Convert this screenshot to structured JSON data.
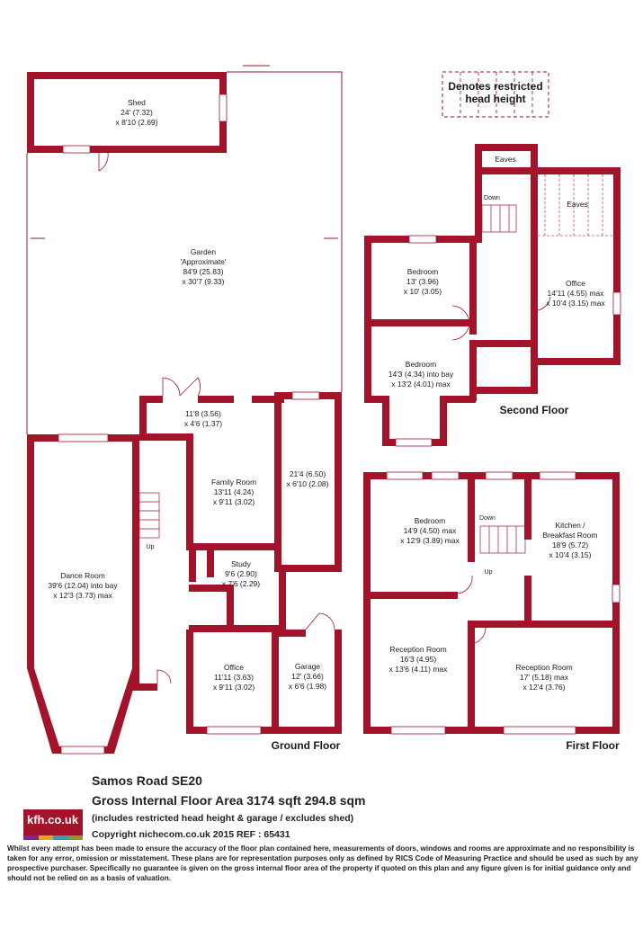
{
  "colors": {
    "wall": "#a3132a",
    "text": "#1a1a1a",
    "background": "#ffffff"
  },
  "legend": {
    "line1": "Denotes restricted",
    "line2": "head height"
  },
  "floors": {
    "ground": "Ground Floor",
    "first": "First Floor",
    "second": "Second Floor"
  },
  "rooms": {
    "shed": {
      "name": "Shed",
      "dim1": "24' (7.32)",
      "dim2": "x 8'10 (2.69)"
    },
    "garden": {
      "name": "Garden",
      "note": "'Approximate'",
      "dim1": "84'9 (25.83)",
      "dim2": "x 30'7 (9.33)"
    },
    "porch": {
      "dim1": "11'8 (3.56)",
      "dim2": "x 4'6 (1.37)"
    },
    "side_room": {
      "dim1": "21'4 (6.50)",
      "dim2": "x 6'10 (2.08)"
    },
    "family": {
      "name": "Family Room",
      "dim1": "13'11 (4.24)",
      "dim2": "x 9'11 (3.02)"
    },
    "study": {
      "name": "Study",
      "dim1": "9'6 (2.90)",
      "dim2": "x 7'6 (2.29)"
    },
    "dance": {
      "name": "Dance Room",
      "dim1": "39'6 (12.04) into bay",
      "dim2": "x 12'3 (3.73) max"
    },
    "office_gf": {
      "name": "Office",
      "dim1": "11'11 (3.63)",
      "dim2": "x 9'11 (3.02)"
    },
    "garage": {
      "name": "Garage",
      "dim1": "12' (3.66)",
      "dim2": "x 6'6 (1.98)"
    },
    "eaves1": {
      "name": "Eaves"
    },
    "eaves2": {
      "name": "Eaves"
    },
    "bedroom_sf1": {
      "name": "Bedroom",
      "dim1": "13' (3.96)",
      "dim2": "x 10' (3.05)"
    },
    "bedroom_sf2": {
      "name": "Bedroom",
      "dim1": "14'3 (4.34) into bay",
      "dim2": "x 13'2 (4.01) max"
    },
    "office_sf": {
      "name": "Office",
      "dim1": "14'11 (4.55) max",
      "dim2": "x 10'4 (3.15) max"
    },
    "bedroom_ff": {
      "name": "Bedroom",
      "dim1": "14'9 (4.50) max",
      "dim2": "x 12'9 (3.89) max"
    },
    "kitchen": {
      "name": "Kitchen /",
      "name2": "Breakfast Room",
      "dim1": "18'9 (5.72)",
      "dim2": "x 10'4 (3.15)"
    },
    "reception1": {
      "name": "Reception Room",
      "dim1": "16'3 (4.95)",
      "dim2": "x 13'6 (4.11) max"
    },
    "reception2": {
      "name": "Reception Room",
      "dim1": "17' (5.18) max",
      "dim2": "x 12'4 (3.76)"
    }
  },
  "stair_labels": {
    "up_gf": "Up",
    "down_sf": "Down",
    "down_ff": "Down",
    "up_ff": "Up"
  },
  "footer": {
    "address": "Samos Road SE20",
    "area": "Gross Internal Floor Area 3174 sqft 294.8 sqm",
    "note": "(includes restricted head height & garage / excludes shed)",
    "copyright": "Copyright nichecom.co.uk 2015 REF : 65431",
    "logo": "kfh.co.uk",
    "logo_colors": [
      "#7a2a8c",
      "#e5a514",
      "#2f9fbf",
      "#8a9a2a"
    ],
    "disclaimer": "Whilst every attempt has been made to ensure the accuracy of the floor plan contained here, measurements of doors, windows and rooms are approximate and no responsibility is taken for any error, omission or misstatement.  These plans are for representation purposes only as defined by RICS Code of Measuring Practice and should be used as such by any prospective purchaser.  Specifically no guarantee is given on the gross internal floor area of the property if quoted on this plan and any figure given is for initial guidance only and should not be relied on as a basis of valuation."
  }
}
